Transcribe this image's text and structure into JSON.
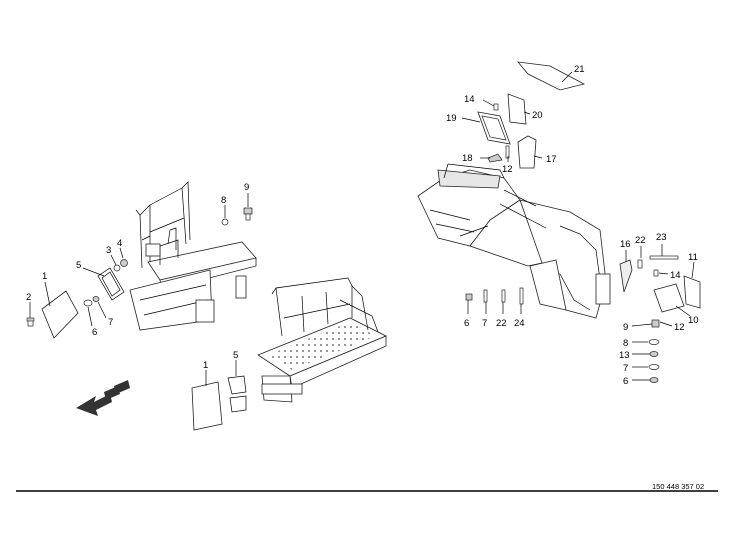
{
  "callouts": {
    "l1": "1",
    "l2": "2",
    "l3": "3",
    "l4": "4",
    "l5": "5",
    "l6": "6",
    "l7": "7",
    "l8": "8",
    "l9": "9",
    "lb1": "1",
    "lb5": "5",
    "r21": "21",
    "r14a": "14",
    "r20": "20",
    "r19": "19",
    "r18": "18",
    "r12a": "12",
    "r17": "17",
    "r16": "16",
    "r22a": "22",
    "r23": "23",
    "r11": "11",
    "r14b": "14",
    "r6": "6",
    "r7": "7",
    "r22b": "22",
    "r24": "24",
    "r10": "10",
    "r9": "9",
    "r12b": "12",
    "s8": "8",
    "s13": "13",
    "s7": "7",
    "s6": "6"
  },
  "document_number": "150 448 357 02",
  "colors": {
    "line": "#000000",
    "part_fill": "#e6e6e6",
    "arrow": "#333333"
  }
}
